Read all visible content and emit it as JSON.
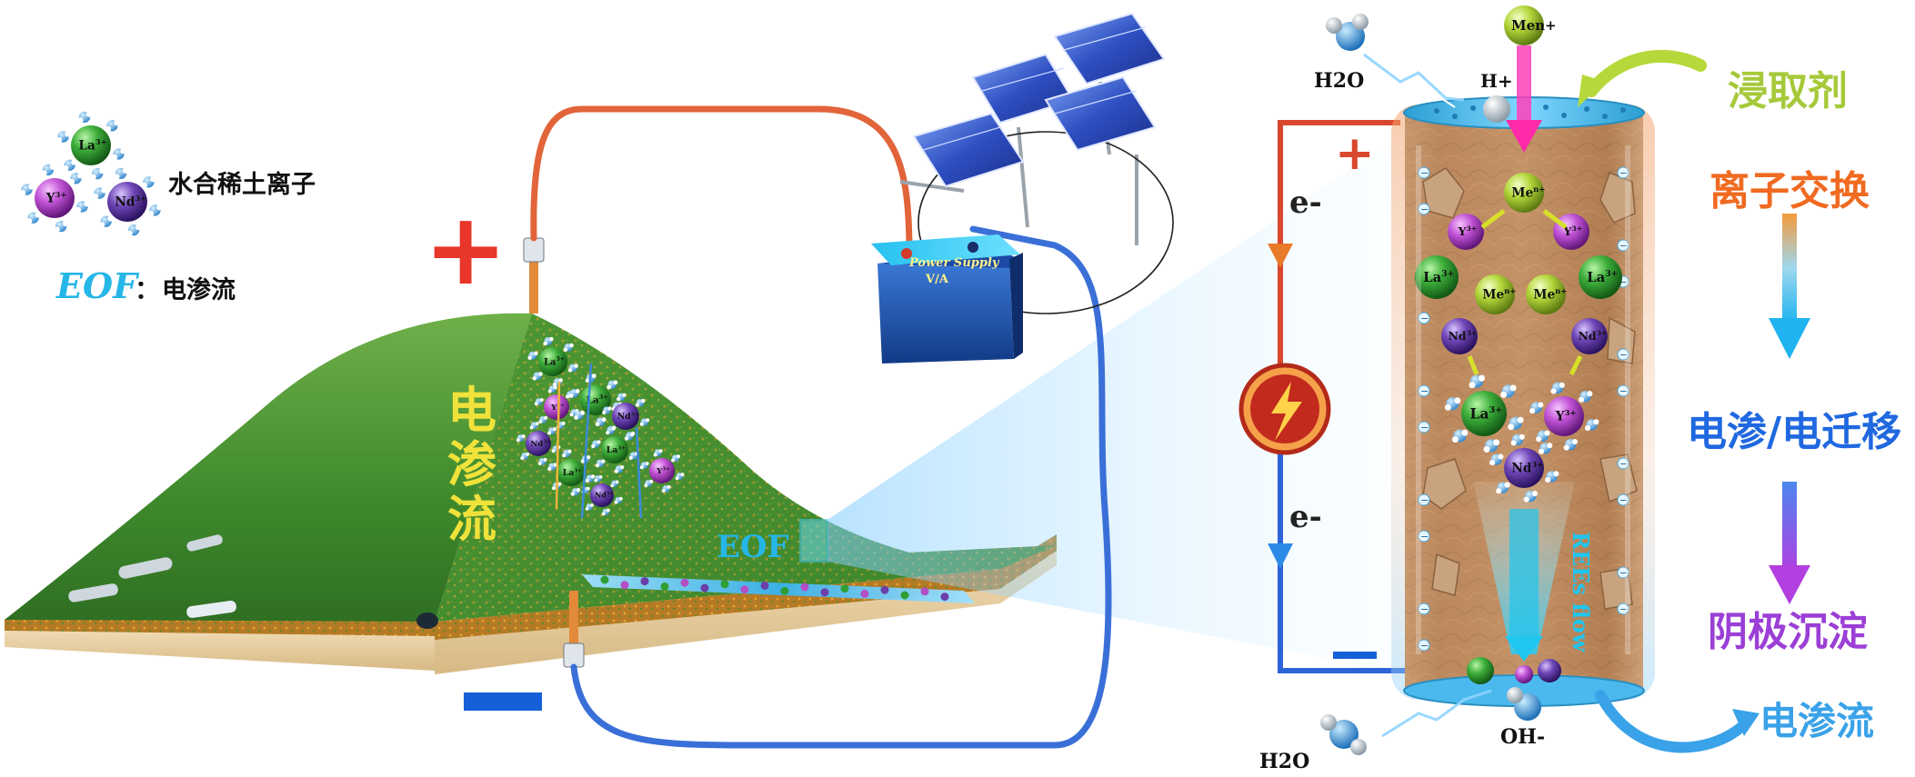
{
  "legend": {
    "ions": [
      "La3+",
      "Y3+",
      "Nd3+"
    ],
    "hydrated_label": "水合稀土离子",
    "eof_abbr": "EOF",
    "eof_sep": "：",
    "eof_desc": "电渗流"
  },
  "field": {
    "plus": "+",
    "minus": "—",
    "mound_text": [
      "电",
      "渗",
      "流"
    ],
    "eof_label": "EOF",
    "ions": [
      "La3+",
      "Y3+",
      "La3+",
      "Nd3+",
      "Nd3+",
      "La3+",
      "La3+",
      "Y3+",
      "Nd3+"
    ]
  },
  "battery": {
    "brand": "Power Supply",
    "volts": "V/A"
  },
  "circuit": {
    "plus": "+",
    "minus": "—",
    "e_top": "e-",
    "e_bottom": "e-"
  },
  "column": {
    "top_labels": {
      "h2o": "H2O",
      "me": "Men+",
      "hplus": "H+"
    },
    "bottom_labels": {
      "h2o": "H2O",
      "oh": "OH-"
    },
    "ions": [
      "Men+",
      "Y3+",
      "Y3+",
      "La3+",
      "Men+",
      "Men+",
      "La3+",
      "Nd3+",
      "Nd3+",
      "La3+",
      "Y3+",
      "Nd3+"
    ],
    "flow_text": "REEs flow",
    "charge": "−"
  },
  "process": {
    "step1": "浸取剂",
    "step2": "离子交换",
    "step3": "电渗/电迁移",
    "step4": "阴极沉淀",
    "step5": "电渗流"
  },
  "colors": {
    "plus_red": "#e8362a",
    "minus_blue": "#1560d8",
    "la": "#2f9e34",
    "y": "#b34fc6",
    "nd": "#6b3fa8",
    "me": "#b6d83a",
    "step1": "#a6c93a",
    "step2": "#f06a21",
    "step3": "#1f68e0",
    "step4": "#9b3fd6",
    "step5": "#3aa2e8"
  }
}
